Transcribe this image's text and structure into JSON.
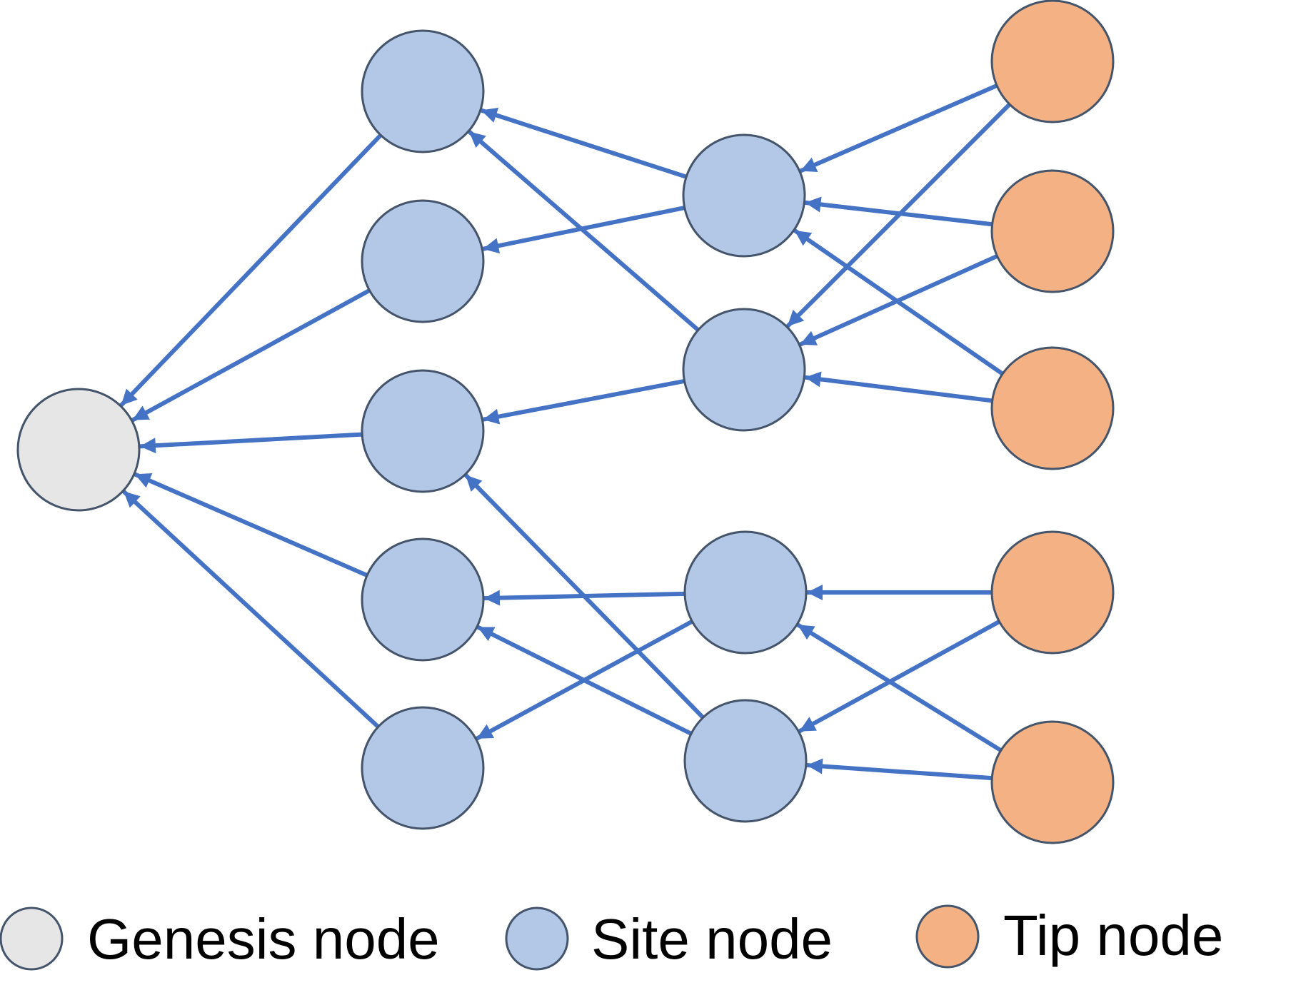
{
  "colors": {
    "genesis": "#e6e6e6",
    "site": "#b3c7e6",
    "tip": "#f4b183",
    "node_stroke": "#44546a",
    "edge": "#4472c4",
    "text": "#000000"
  },
  "node_types": {
    "genesis": {
      "label": "Genesis node"
    },
    "site": {
      "label": "Site node"
    },
    "tip": {
      "label": "Tip node"
    }
  },
  "nodes": [
    {
      "id": "G",
      "type": "genesis"
    },
    {
      "id": "S1",
      "type": "site"
    },
    {
      "id": "S2",
      "type": "site"
    },
    {
      "id": "S3",
      "type": "site"
    },
    {
      "id": "S4",
      "type": "site"
    },
    {
      "id": "S5",
      "type": "site"
    },
    {
      "id": "M1",
      "type": "site"
    },
    {
      "id": "M2",
      "type": "site"
    },
    {
      "id": "M3",
      "type": "site"
    },
    {
      "id": "M4",
      "type": "site"
    },
    {
      "id": "T1",
      "type": "tip"
    },
    {
      "id": "T2",
      "type": "tip"
    },
    {
      "id": "T3",
      "type": "tip"
    },
    {
      "id": "T4",
      "type": "tip"
    },
    {
      "id": "T5",
      "type": "tip"
    }
  ],
  "edges": [
    {
      "from": "S1",
      "to": "G"
    },
    {
      "from": "S2",
      "to": "G"
    },
    {
      "from": "S3",
      "to": "G"
    },
    {
      "from": "S4",
      "to": "G"
    },
    {
      "from": "S5",
      "to": "G"
    },
    {
      "from": "M1",
      "to": "S1"
    },
    {
      "from": "M1",
      "to": "S2"
    },
    {
      "from": "M2",
      "to": "S1"
    },
    {
      "from": "M2",
      "to": "S3"
    },
    {
      "from": "M3",
      "to": "S4"
    },
    {
      "from": "M3",
      "to": "S5"
    },
    {
      "from": "M4",
      "to": "S3"
    },
    {
      "from": "M4",
      "to": "S4"
    },
    {
      "from": "T1",
      "to": "M1"
    },
    {
      "from": "T1",
      "to": "M2"
    },
    {
      "from": "T2",
      "to": "M1"
    },
    {
      "from": "T2",
      "to": "M2"
    },
    {
      "from": "T3",
      "to": "M1"
    },
    {
      "from": "T3",
      "to": "M2"
    },
    {
      "from": "T4",
      "to": "M3"
    },
    {
      "from": "T4",
      "to": "M4"
    },
    {
      "from": "T5",
      "to": "M3"
    },
    {
      "from": "T5",
      "to": "M4"
    }
  ],
  "legend": [
    {
      "type": "genesis",
      "label": "Genesis node"
    },
    {
      "type": "site",
      "label": "Site node"
    },
    {
      "type": "tip",
      "label": "Tip node"
    }
  ]
}
